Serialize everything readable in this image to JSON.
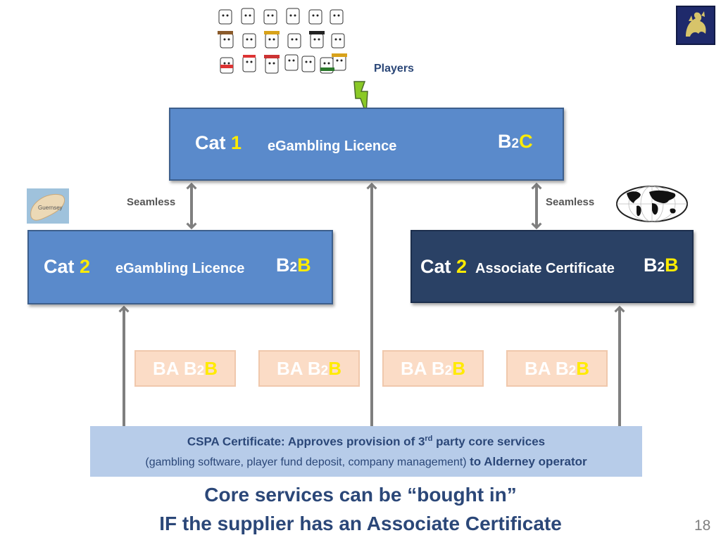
{
  "players_label": "Players",
  "top_box": {
    "cat": "Cat",
    "num": "1",
    "licence": "eGambling Licence",
    "b": "B",
    "two": "2",
    "c": "C"
  },
  "left_box": {
    "cat": "Cat",
    "num": "2",
    "licence": "eGambling Licence",
    "b": "B",
    "two": "2",
    "b2": "B"
  },
  "right_box": {
    "cat": "Cat",
    "num": "2",
    "licence": "Associate Certificate",
    "b": "B",
    "two": "2",
    "b2": "B"
  },
  "seamless_left": "Seamless",
  "seamless_right": "Seamless",
  "guernsey_map_label": "Guernsey",
  "ba_boxes": [
    {
      "ba": "BA B",
      "two": "2",
      "b": "B"
    },
    {
      "ba": "BA B",
      "two": "2",
      "b": "B"
    },
    {
      "ba": "BA B",
      "two": "2",
      "b": "B"
    },
    {
      "ba": "BA B",
      "two": "2",
      "b": "B"
    }
  ],
  "cspa": {
    "line1_a": "CSPA Certificate: Approves provision of 3",
    "line1_sup": "rd",
    "line1_b": " party core services",
    "line2_a": "(gambling software, player fund deposit, company management)",
    "line2_b": "to Alderney operator"
  },
  "footer_line1": "Core services can be “bought in”",
  "footer_line2": "IF the supplier has an Associate Certificate",
  "page_number": "18",
  "colors": {
    "box_light": "#5a8acb",
    "box_dark": "#2a4165",
    "accent_yellow": "#ffeb00",
    "cspa_bg": "#b7cce9",
    "ba_bg": "#fbdcc6",
    "text_navy": "#2b4778",
    "arrow_gray": "#7f7f7f"
  }
}
